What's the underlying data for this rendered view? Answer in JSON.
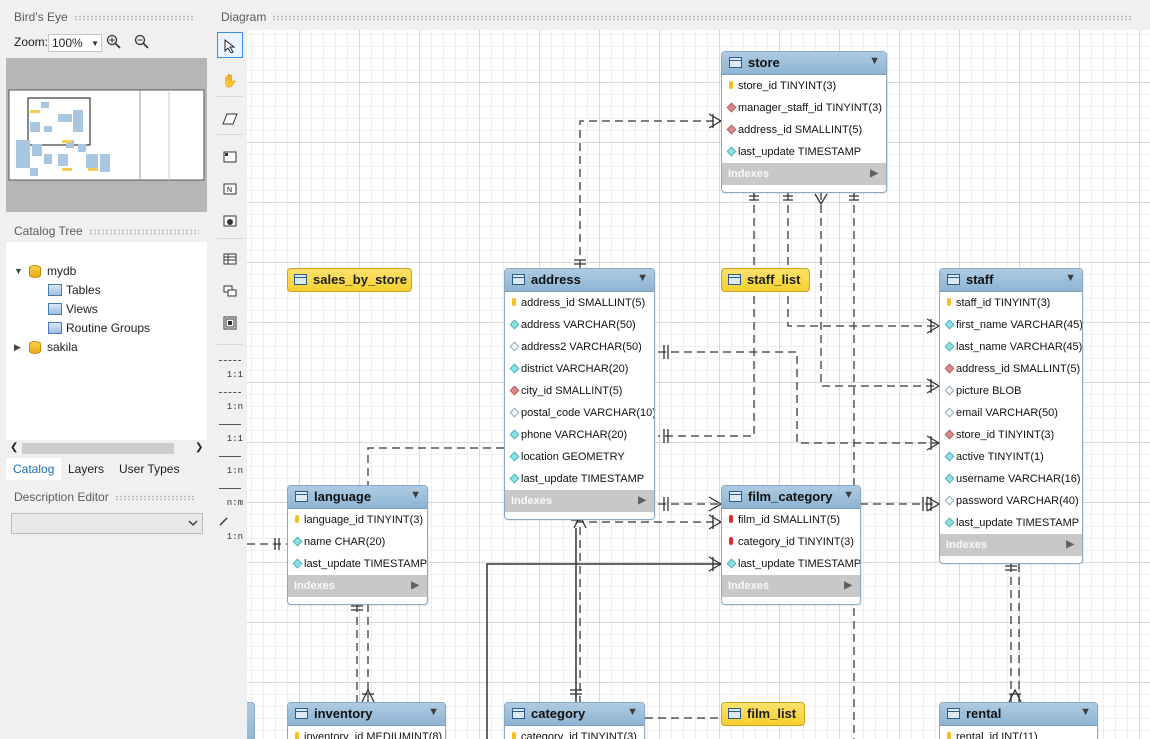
{
  "left_panel": {
    "birds_eye_title": "Bird's Eye",
    "zoom_label": "Zoom:",
    "zoom_value": "100%",
    "catalog_tree_title": "Catalog Tree",
    "tree": {
      "mydb": "mydb",
      "tables": "Tables",
      "views": "Views",
      "routine_groups": "Routine Groups",
      "sakila": "sakila"
    },
    "tabs": [
      "Catalog",
      "Layers",
      "User Types"
    ],
    "description_editor_title": "Description Editor"
  },
  "diagram": {
    "title": "Diagram",
    "toolbar_rel_labels": [
      "1:1",
      "1:n",
      "1:1",
      "1:n",
      "n:m",
      "1:n"
    ],
    "indexes_label": "Indexes",
    "tables": {
      "store": {
        "name": "store",
        "columns": [
          "store_id TINYINT(3)",
          "manager_staff_id TINYINT(3)",
          "address_id SMALLINT(5)",
          "last_update TIMESTAMP"
        ]
      },
      "address": {
        "name": "address",
        "columns": [
          "address_id SMALLINT(5)",
          "address VARCHAR(50)",
          "address2 VARCHAR(50)",
          "district VARCHAR(20)",
          "city_id SMALLINT(5)",
          "postal_code VARCHAR(10)",
          "phone VARCHAR(20)",
          "location GEOMETRY",
          "last_update TIMESTAMP"
        ]
      },
      "staff": {
        "name": "staff",
        "columns": [
          "staff_id TINYINT(3)",
          "first_name VARCHAR(45)",
          "last_name VARCHAR(45)",
          "address_id SMALLINT(5)",
          "picture BLOB",
          "email VARCHAR(50)",
          "store_id TINYINT(3)",
          "active TINYINT(1)",
          "username VARCHAR(16)",
          "password VARCHAR(40)",
          "last_update TIMESTAMP"
        ]
      },
      "language": {
        "name": "language",
        "columns": [
          "language_id TINYINT(3)",
          "name CHAR(20)",
          "last_update TIMESTAMP"
        ]
      },
      "film_category": {
        "name": "film_category",
        "columns": [
          "film_id SMALLINT(5)",
          "category_id TINYINT(3)",
          "last_update TIMESTAMP"
        ]
      },
      "inventory": {
        "name": "inventory",
        "columns": [
          "inventory_id MEDIUMINT(8)"
        ]
      },
      "category": {
        "name": "category",
        "columns": [
          "category_id TINYINT(3)"
        ]
      },
      "rental": {
        "name": "rental",
        "columns": [
          "rental_id INT(11)"
        ]
      }
    },
    "views": {
      "sales_by_store": "sales_by_store",
      "staff_list": "staff_list",
      "film_list": "film_list"
    }
  },
  "colors": {
    "table_header": "#9fc0dc",
    "view_fill": "#f8d73e",
    "indexes_bar": "#c8c8c8",
    "accent_tab": "#1a6fb3"
  }
}
